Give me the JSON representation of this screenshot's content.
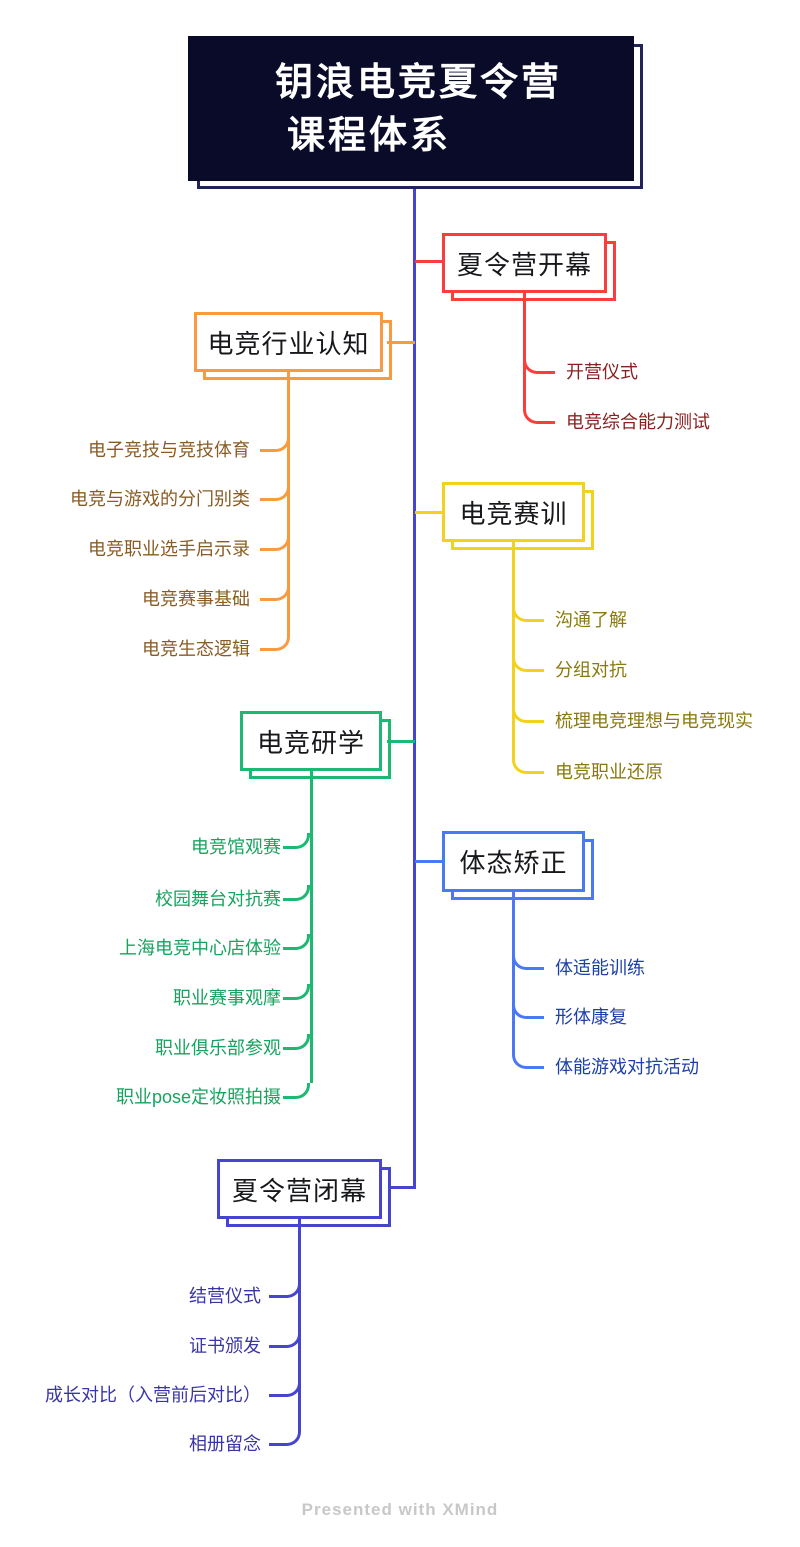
{
  "title": {
    "line1": "钥浪电竞夏令营",
    "line2": "课程体系"
  },
  "branches": [
    {
      "id": "camp-opening",
      "label": "夏令营开幕",
      "side": "right",
      "color": "#fb3d3d",
      "text_color": "#8b2020",
      "children": [
        "开营仪式",
        "电竞综合能力测试"
      ]
    },
    {
      "id": "industry-cognition",
      "label": "电竞行业认知",
      "side": "left",
      "color": "#f89b40",
      "text_color": "#8a5c24",
      "children": [
        "电子竞技与竞技体育",
        "电竞与游戏的分门别类",
        "电竞职业选手启示录",
        "电竞赛事基础",
        "电竞生态逻辑"
      ]
    },
    {
      "id": "esports-training",
      "label": "电竞赛训",
      "side": "right",
      "color": "#f2d21c",
      "text_color": "#8a7a0e",
      "children": [
        "沟通了解",
        "分组对抗",
        "梳理电竞理想与电竞现实",
        "电竞职业还原"
      ]
    },
    {
      "id": "esports-study-tour",
      "label": "电竞研学",
      "side": "left",
      "color": "#1db873",
      "text_color": "#18a35f",
      "children": [
        "电竞馆观赛",
        "校园舞台对抗赛",
        "上海电竞中心店体验",
        "职业赛事观摩",
        "职业俱乐部参观",
        "职业pose定妆照拍摄"
      ]
    },
    {
      "id": "posture-correction",
      "label": "体态矫正",
      "side": "right",
      "color": "#4a79f4",
      "text_color": "#1d40a8",
      "children": [
        "体适能训练",
        "形体康复",
        "体能游戏对抗活动"
      ]
    },
    {
      "id": "camp-closing",
      "label": "夏令营闭幕",
      "side": "left",
      "color": "#4744ce",
      "text_color": "#3a35a5",
      "children": [
        "结营仪式",
        "证书颁发",
        "成长对比（入营前后对比）",
        "相册留念"
      ]
    }
  ],
  "colors": {
    "spine": "#4744ce",
    "central_background": "#090b28",
    "central_text": "#ffffff",
    "footer_text": "#c8c8c8"
  },
  "footer": "Presented with XMind"
}
